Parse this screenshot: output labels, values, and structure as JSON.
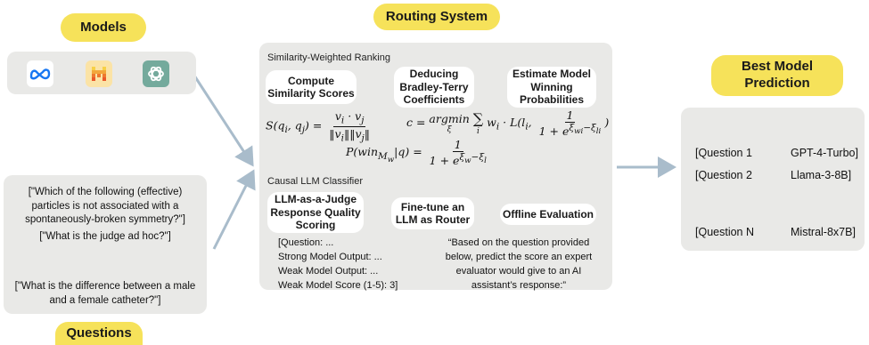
{
  "models": {
    "title": "Models",
    "logos": [
      "meta-logo",
      "mistral-logo",
      "openai-logo"
    ]
  },
  "questions": {
    "title": "Questions",
    "items": [
      "[\"Which of the following (effective) particles is not associated with a spontaneously-broken symmetry?\"]",
      "[\"What is the judge ad hoc?\"]",
      "[\"What is the difference between a male and a female catheter?\"]"
    ]
  },
  "routing": {
    "title": "Routing System",
    "similarity": {
      "section_label": "Similarity-Weighted Ranking",
      "boxes": [
        "Compute Similarity Scores",
        "Deducing Bradley-Terry Coefficients",
        "Estimate Model Winning Probabilities"
      ]
    },
    "classifier": {
      "section_label": "Causal LLM Classifier",
      "boxes": [
        "LLM-as-a-Judge Response Quality Scoring",
        "Fine-tune an LLM as Router",
        "Offline Evaluation"
      ],
      "example_lines": [
        "[Question: ...",
        "Strong Model Output: ...",
        "Weak Model Output: ...",
        "Weak Model Score (1-5): 3]"
      ],
      "prompt_text": "“Based on the question provided below, predict the score an expert evaluator would give to an AI assistant’s response:”"
    }
  },
  "prediction": {
    "title": "Best Model Prediction",
    "rows": [
      {
        "q": "[Question 1",
        "model": "GPT-4-Turbo]"
      },
      {
        "q": "[Question 2",
        "model": "Llama-3-8B]"
      },
      {
        "q": "[Question N",
        "model": "Mistral-8x7B]"
      }
    ]
  },
  "colors": {
    "accent_yellow": "#f6e25a",
    "panel_gray": "#e9e9e7",
    "arrow_blue": "#a9bccb"
  }
}
